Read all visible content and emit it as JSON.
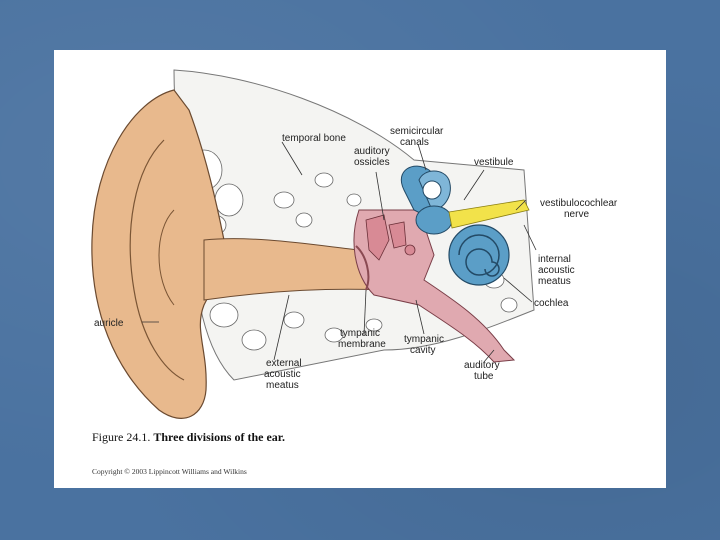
{
  "figure": {
    "caption_prefix": "Figure 24.1.",
    "caption_title": "Three divisions of the ear.",
    "copyright": "Copyright © 2003 Lippincott Williams and Wilkins",
    "labels": {
      "temporal_bone": "temporal bone",
      "semicircular_canals": [
        "semicircular",
        "canals"
      ],
      "auditory_ossicles": [
        "auditory",
        "ossicles"
      ],
      "vestibule": "vestibule",
      "vestibulocochlear_nerve": [
        "vestibulocochlear",
        "nerve"
      ],
      "internal_acoustic_meatus": [
        "internal",
        "acoustic",
        "meatus"
      ],
      "cochlea": "cochlea",
      "auricle": "auricle",
      "tympanic_membrane": [
        "tympanic",
        "membrane"
      ],
      "tympanic_cavity": [
        "tympanic",
        "cavity"
      ],
      "auditory_tube": [
        "auditory",
        "tube"
      ],
      "external_acoustic_meatus": [
        "external",
        "acoustic",
        "meatus"
      ]
    },
    "colors": {
      "skin": "#e8b98d",
      "bone": "#f4f4f2",
      "middle_ear": "#e0a9b0",
      "inner_ear": "#5b9ec7",
      "nerve": "#f2e24a",
      "background": "#4a72a0"
    }
  }
}
